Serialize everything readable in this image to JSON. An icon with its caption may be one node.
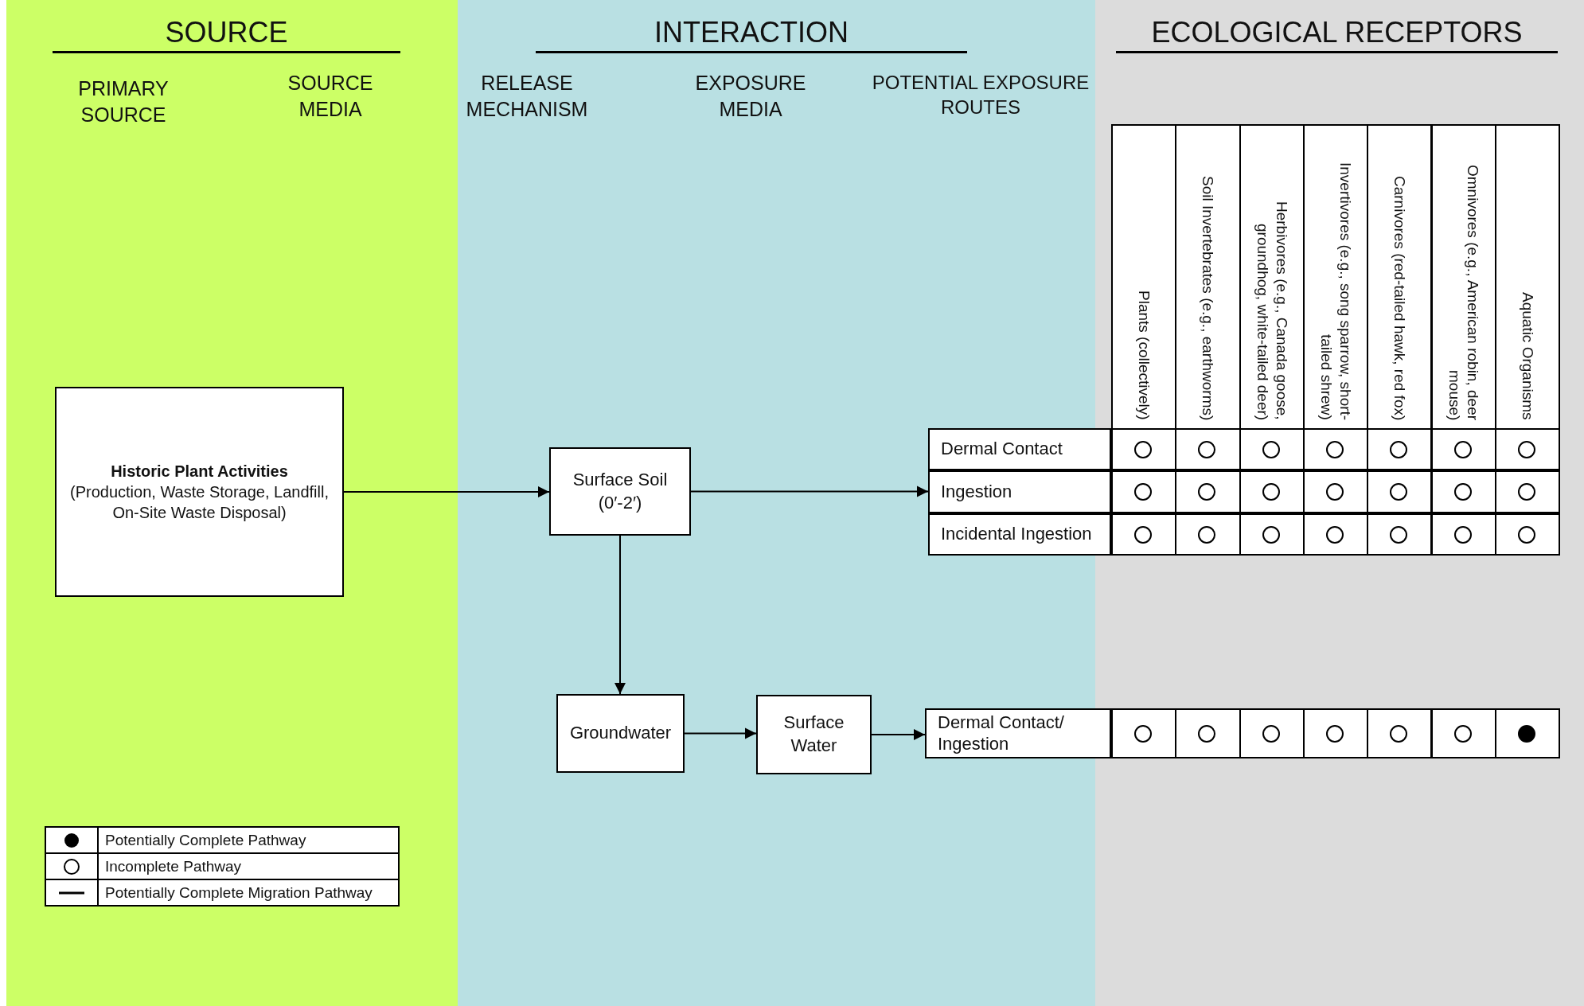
{
  "diagram": {
    "nodes": [
      {
        "text": [
          "SOURCE"
        ]
      },
      {
        "text": [
          "INTERACTION"
        ]
      },
      {
        "text": [
          "ECOLOGICAL RECEPTORS"
        ]
      },
      {
        "text": [
          "Historic Plant Activities",
          "(Production, Waste Storage, Landfill, On-Site Waste Disposal)"
        ],
        "in": 0
      },
      {
        "text": [
          "Surface Soil (0′-2′)"
        ],
        "in": 1
      },
      {
        "text": [
          "Groundwater"
        ],
        "in": 1
      },
      {
        "text": [
          "Surface Water"
        ],
        "in": 1
      },
      {
        "text": [
          "Dermal Contact"
        ]
      },
      {
        "text": [
          "Ingestion"
        ]
      },
      {
        "text": [
          "Incidental Ingestion"
        ]
      },
      {
        "text": [
          "Dermal Contact/ Ingestion"
        ]
      },
      {
        "text": [],
        "shape": "circle",
        "in": 2
      },
      {
        "text": [],
        "shape": "circle",
        "in": 2
      },
      {
        "text": [],
        "shape": "circle",
        "in": 2
      },
      {
        "text": [],
        "shape": "circle",
        "in": 2
      },
      {
        "text": [],
        "shape": "circle",
        "in": 2
      },
      {
        "text": [],
        "shape": "circle",
        "in": 2
      },
      {
        "text": [],
        "shape": "circle",
        "in": 2
      },
      {
        "text": [],
        "shape": "circle",
        "in": 2
      },
      {
        "text": [],
        "shape": "circle",
        "in": 2
      },
      {
        "text": [],
        "shape": "circle",
        "in": 2
      },
      {
        "text": [],
        "shape": "circle",
        "in": 2
      },
      {
        "text": [],
        "shape": "circle",
        "in": 2
      },
      {
        "text": [],
        "shape": "circle",
        "in": 2
      },
      {
        "text": [],
        "shape": "circle",
        "in": 2
      },
      {
        "text": [],
        "shape": "circle",
        "in": 2
      },
      {
        "text": [],
        "shape": "circle",
        "in": 2
      },
      {
        "text": [],
        "shape": "circle",
        "in": 2
      },
      {
        "text": [],
        "shape": "circle",
        "in": 2
      },
      {
        "text": [],
        "shape": "circle",
        "in": 2
      },
      {
        "text": [],
        "shape": "circle",
        "in": 2
      },
      {
        "text": [],
        "shape": "circle",
        "in": 2
      },
      {
        "text": [],
        "shape": "circle",
        "in": 2
      },
      {
        "text": [],
        "shape": "circle",
        "in": 2
      },
      {
        "text": [],
        "shape": "circle",
        "in": 2
      },
      {
        "text": [],
        "shape": "circle",
        "in": 2
      },
      {
        "text": [],
        "shape": "circle",
        "in": 2
      },
      {
        "text": [],
        "shape": "circle",
        "in": 2
      },
      {
        "text": [],
        "shape": "dot",
        "in": 2
      }
    ],
    "edges": [
      {
        "from": 3,
        "to": 4,
        "arrow": "to"
      },
      {
        "from": 4,
        "to": 8,
        "arrow": "to"
      },
      {
        "from": 4,
        "to": 5,
        "arrow": "to"
      },
      {
        "from": 5,
        "to": 6,
        "arrow": "to"
      },
      {
        "from": 6,
        "to": 10,
        "arrow": "to"
      }
    ],
    "labels": [
      "PRIMARY SOURCE",
      "SOURCE MEDIA",
      "RELEASE MECHANISM",
      "EXPOSURE MEDIA",
      "POTENTIAL EXPOSURE ROUTES",
      "Plants (collectively)",
      "Soil Invertebrates (e.g., earthworms)",
      "Herbivores (e.g., Canada goose, groundhog, white-tailed deer)",
      "Invertivores (e.g., song sparrow, short-tailed shrew)",
      "Carnivores (red-tailed hawk, red fox)",
      "Omnivores (e.g., American robin, deer mouse)",
      "Aquatic Organisms"
    ],
    "legend": [
      {
        "text": "Potentially Complete Pathway"
      },
      {
        "text": "Incomplete Pathway"
      },
      {
        "text": "Potentially Complete Migration Pathway"
      }
    ]
  }
}
